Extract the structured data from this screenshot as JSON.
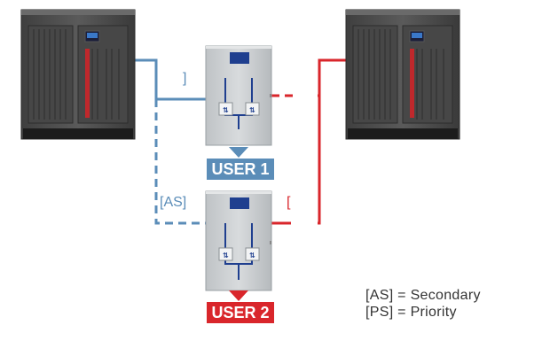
{
  "colors": {
    "blue": "#5b8db8",
    "red": "#d9262b",
    "cabinet": "#555555",
    "panel": "#cfd3d5",
    "screen": "#1f3f8f"
  },
  "labels": {
    "line_blue_top": "]",
    "line_blue_bottom": "[AS]",
    "line_red_bottom": "["
  },
  "users": [
    {
      "label": "USER 1",
      "color": "#5b8db8"
    },
    {
      "label": "USER 2",
      "color": "#d9262b"
    }
  ],
  "legend": [
    {
      "text": "[AS] = Secondary"
    },
    {
      "text": "[PS] = Priority"
    }
  ],
  "icons": [
    "ups-cabinet-icon",
    "switch-panel-icon",
    "breaker-icon",
    "arrow-down-icon"
  ]
}
